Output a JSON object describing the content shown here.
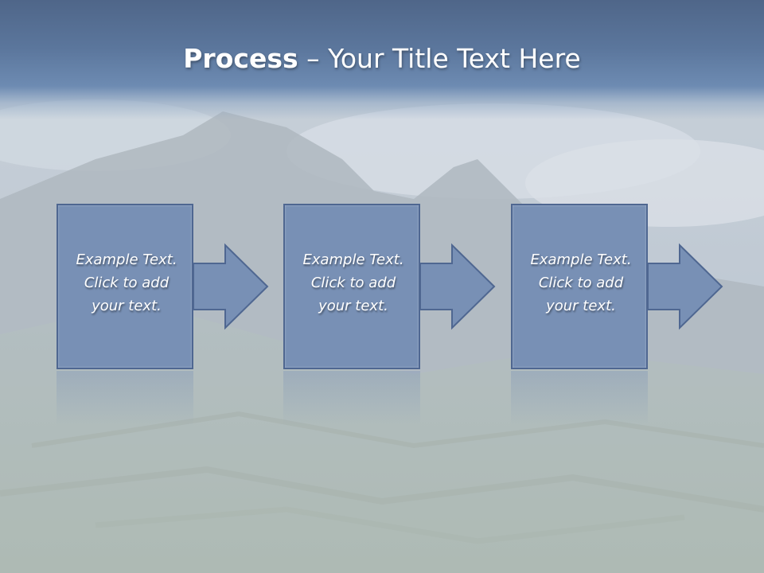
{
  "slide": {
    "title_bold": "Process",
    "title_rest": " – Your Title Text Here",
    "colors": {
      "title_band": "#5b769c",
      "box_fill": "#7890b5",
      "box_border": "#4f6791",
      "text": "#ffffff"
    }
  },
  "process": {
    "steps": [
      {
        "line1": "Example Text.",
        "line2": "Click  to add",
        "line3": "your text."
      },
      {
        "line1": "Example Text.",
        "line2": "Click  to add",
        "line3": "your text."
      },
      {
        "line1": "Example Text.",
        "line2": "Click  to add",
        "line3": "your text."
      }
    ]
  }
}
